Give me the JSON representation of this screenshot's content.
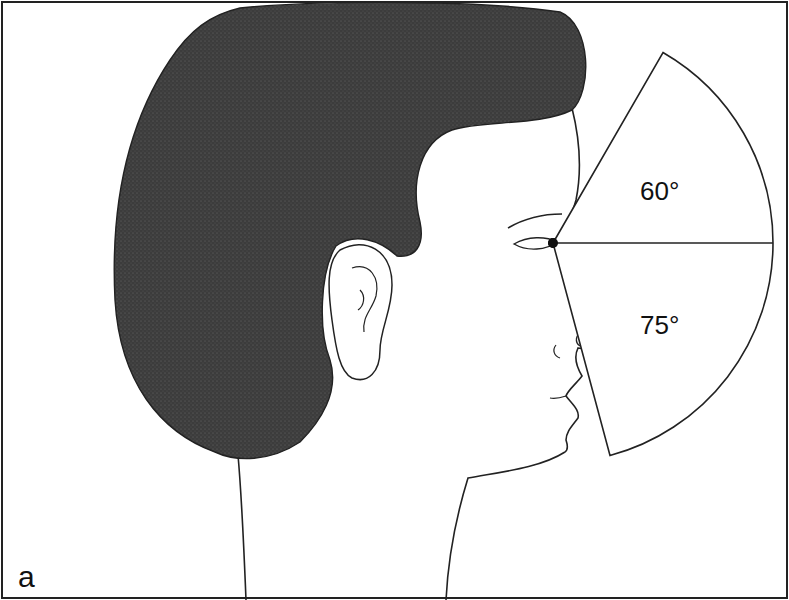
{
  "diagram": {
    "labels": [
      "60°",
      "75°",
      "a"
    ]
  }
}
